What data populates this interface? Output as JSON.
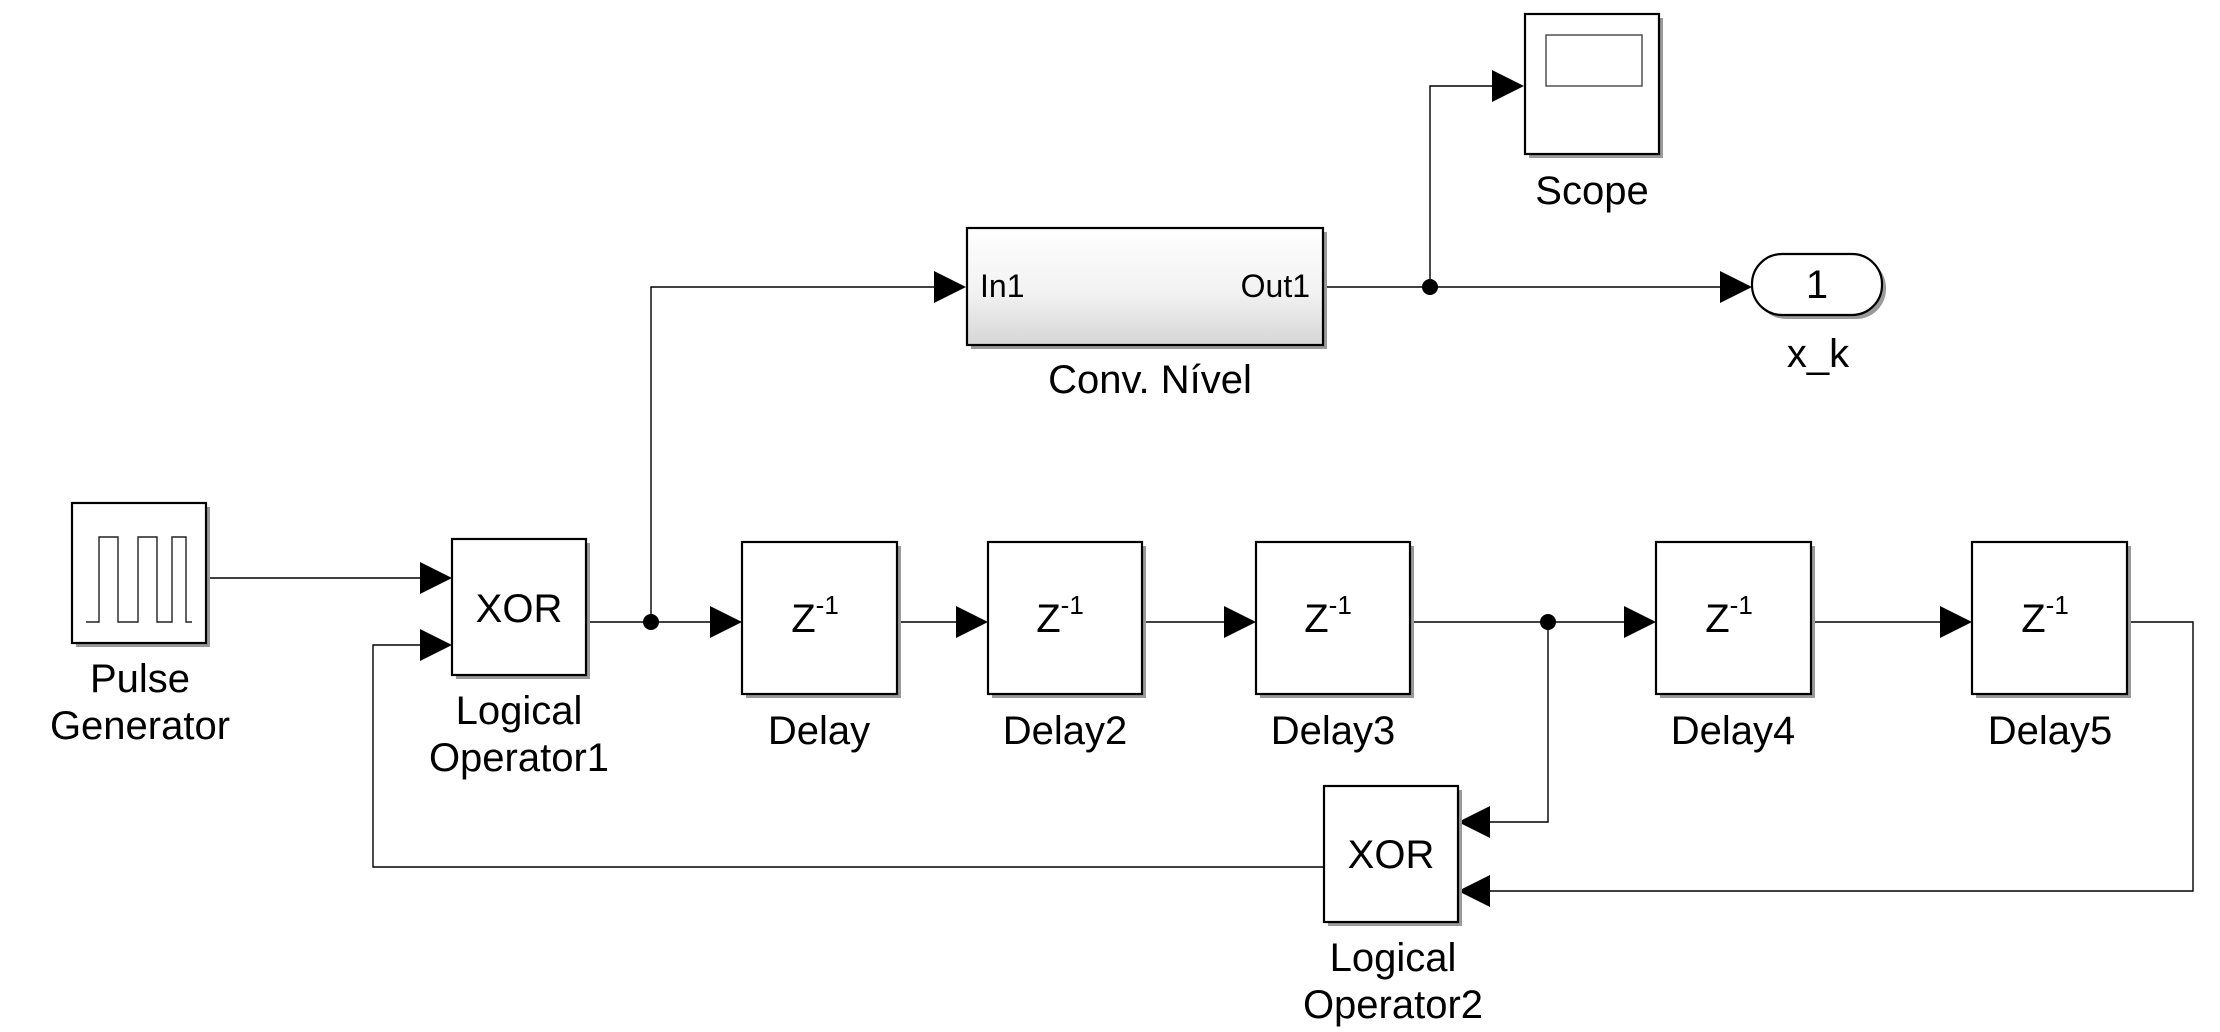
{
  "blocks": {
    "pulse": {
      "name_line1": "Pulse",
      "name_line2": "Generator",
      "icon": "pulse-wave-icon"
    },
    "xor1": {
      "label": "XOR",
      "name_line1": "Logical",
      "name_line2": "Operator1"
    },
    "xor2": {
      "label": "XOR",
      "name_line1": "Logical",
      "name_line2": "Operator2"
    },
    "delay": {
      "base": "Z",
      "exp": "-1",
      "name": "Delay"
    },
    "delay2": {
      "base": "Z",
      "exp": "-1",
      "name": "Delay2"
    },
    "delay3": {
      "base": "Z",
      "exp": "-1",
      "name": "Delay3"
    },
    "delay4": {
      "base": "Z",
      "exp": "-1",
      "name": "Delay4"
    },
    "delay5": {
      "base": "Z",
      "exp": "-1",
      "name": "Delay5"
    },
    "conv": {
      "in_port": "In1",
      "out_port": "Out1",
      "name": "Conv. Nível"
    },
    "scope": {
      "name": "Scope",
      "icon": "scope-screen-icon"
    },
    "outport": {
      "number": "1",
      "name": "x_k"
    }
  }
}
